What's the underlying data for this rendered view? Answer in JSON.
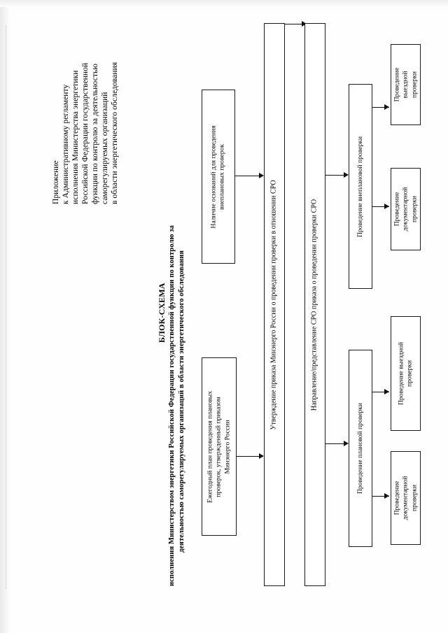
{
  "document": {
    "orientation": "rotated-90-ccw",
    "appendix_note": [
      "Приложение",
      "к Административному регламенту",
      "исполнения Министерства энергетики",
      "Российской Федерации государственной",
      "функции по контролю за деятельностью",
      "саморегулируемых организаций",
      "в области энергетического обследования"
    ],
    "title": "БЛОК-СХЕМА",
    "subtitle_lines": [
      "исполнения Министерством энергетики Российской Федерации государственной функции по контролю за",
      "деятельностью саморегулируемых организаций в области энергетического обследования"
    ]
  },
  "chart_data": {
    "type": "diagram",
    "title": "БЛОК-СХЕМА",
    "nodes": [
      {
        "id": "grounds-unscheduled",
        "label": "Наличие оснований для проведения\nвнеплановых проверок"
      },
      {
        "id": "annual-plan",
        "label": "Ежегодный план проведения плановых\nпроверок, утвержденный приказом\nМинэнерго России"
      },
      {
        "id": "order-approval",
        "label": "Утверждение приказа Минэнерго России о проведении проверки в отношении СРО"
      },
      {
        "id": "order-delivery",
        "label": "Направление/представление СРО приказа о проведении проверки СРО"
      },
      {
        "id": "unscheduled-inspection",
        "label": "Проведение внеплановой проверки"
      },
      {
        "id": "scheduled-inspection",
        "label": "Проведение плановой проверки"
      },
      {
        "id": "onsite-inspection-1",
        "label": "Проведение\nвыездной\nпроверки"
      },
      {
        "id": "documentary-inspection-1",
        "label": "Проведение\nдокументарной\nпроверки"
      },
      {
        "id": "onsite-inspection-2",
        "label": "Проведение выездной\nпроверки"
      },
      {
        "id": "documentary-inspection-2",
        "label": "Проведение\nдокументарной\nпроверки"
      }
    ],
    "edges": [
      {
        "from": "grounds-unscheduled",
        "to": "order-approval"
      },
      {
        "from": "annual-plan",
        "to": "order-approval"
      },
      {
        "from": "order-approval",
        "to": "order-delivery"
      },
      {
        "from": "order-delivery",
        "to": "unscheduled-inspection"
      },
      {
        "from": "order-delivery",
        "to": "scheduled-inspection"
      },
      {
        "from": "unscheduled-inspection",
        "to": "onsite-inspection-1"
      },
      {
        "from": "unscheduled-inspection",
        "to": "documentary-inspection-1"
      },
      {
        "from": "scheduled-inspection",
        "to": "onsite-inspection-2"
      },
      {
        "from": "scheduled-inspection",
        "to": "documentary-inspection-2"
      }
    ],
    "colors": {
      "stroke": "#1a1a1a",
      "fill": "#ffffff",
      "page": "#ffffff"
    }
  }
}
